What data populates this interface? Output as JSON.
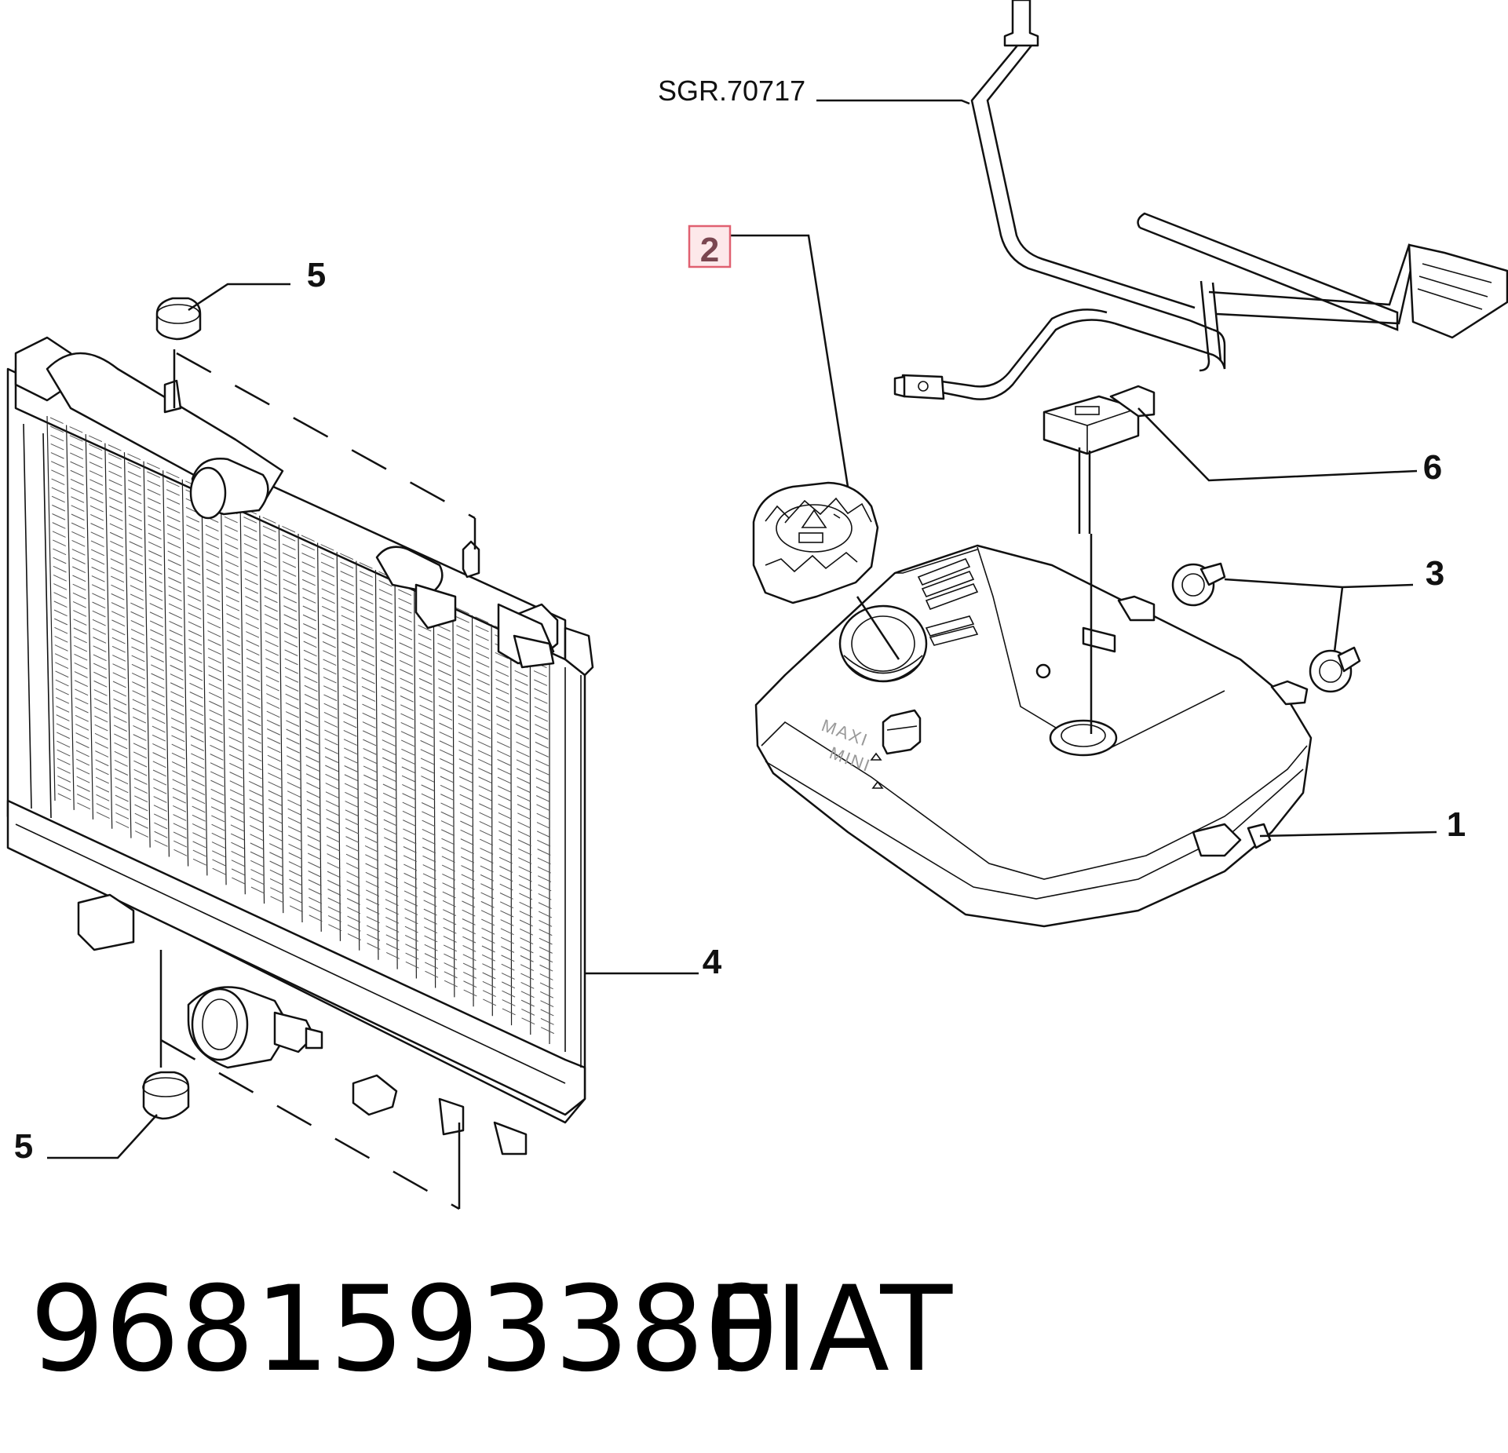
{
  "diagram": {
    "reference_label": "SGR.70717",
    "callouts": {
      "expansion_tank": "1",
      "cap": "2",
      "grommets": "3",
      "radiator": "4",
      "mount_top": "5",
      "mount_bottom": "5",
      "level_sensor": "6"
    },
    "level_marks": {
      "max": "MAXI",
      "min": "MINI"
    },
    "highlight_color": "#e06070"
  },
  "footer": {
    "part_number": "9681593380",
    "brand": "FIAT"
  }
}
